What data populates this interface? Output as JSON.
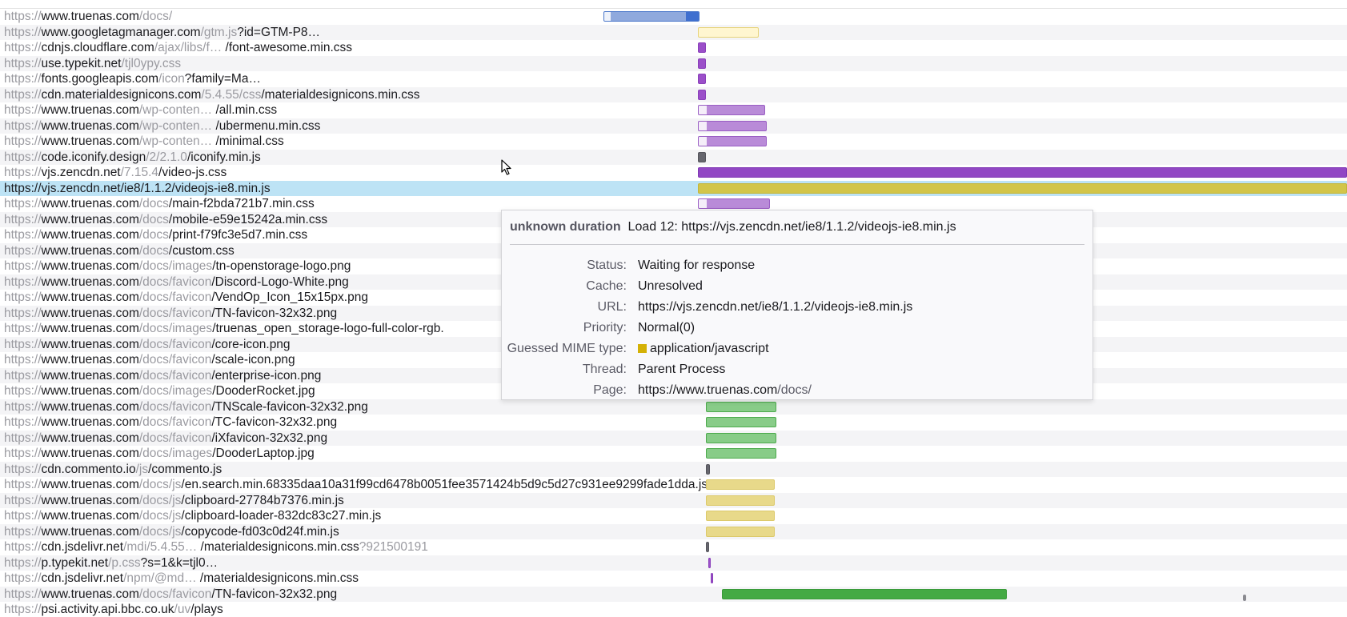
{
  "requests": [
    {
      "proto": "https://",
      "host": "www.truenas.com",
      "path": "/docs/",
      "rest": "",
      "bar": {
        "type": "blue"
      }
    },
    {
      "proto": "https://",
      "host": "www.googletagmanager.com",
      "path": "/gtm.js",
      "rest": "?id=GTM-P8…",
      "bar": {
        "type": "ltyellow"
      }
    },
    {
      "proto": "https://",
      "host": "cdnjs.cloudflare.com",
      "path": "/ajax/libs/f…",
      "rest": " /font-awesome.min.css",
      "bar": {
        "type": "purple"
      }
    },
    {
      "proto": "https://",
      "host": "use.typekit.net",
      "path": "/tjl0ypy.css",
      "rest": "",
      "bar": {
        "type": "purple"
      }
    },
    {
      "proto": "https://",
      "host": "fonts.googleapis.com",
      "path": "/icon",
      "rest": "?family=Ma…",
      "bar": {
        "type": "purple"
      }
    },
    {
      "proto": "https://",
      "host": "cdn.materialdesignicons.com",
      "path": "/5.4.55/css",
      "rest": "/materialdesignicons.min.css",
      "bar": {
        "type": "purple"
      }
    },
    {
      "proto": "https://",
      "host": "www.truenas.com",
      "path": "/wp-conten…",
      "rest": " /all.min.css",
      "bar": {
        "type": "lpurple"
      }
    },
    {
      "proto": "https://",
      "host": "www.truenas.com",
      "path": "/wp-conten…",
      "rest": " /ubermenu.min.css",
      "bar": {
        "type": "lpurple"
      }
    },
    {
      "proto": "https://",
      "host": "www.truenas.com",
      "path": "/wp-conten…",
      "rest": " /minimal.css",
      "bar": {
        "type": "lpurple"
      }
    },
    {
      "proto": "https://",
      "host": "code.iconify.design",
      "path": "/2/2.1.0",
      "rest": "/iconify.min.js",
      "bar": {
        "type": "gray"
      }
    },
    {
      "proto": "https://",
      "host": "vjs.zencdn.net",
      "path": "/7.15.4",
      "rest": "/video-js.css",
      "bar": {
        "type": "dpurple"
      }
    },
    {
      "proto": "https://",
      "host": "vjs.zencdn.net",
      "path": "/ie8/1.1.2",
      "rest": "/videojs-ie8.min.js",
      "bar": {
        "type": "mustard"
      },
      "selected": true
    },
    {
      "proto": "https://",
      "host": "www.truenas.com",
      "path": "/docs",
      "rest": "/main-f2bda721b7.min.css",
      "bar": {
        "type": "lpurple"
      }
    },
    {
      "proto": "https://",
      "host": "www.truenas.com",
      "path": "/docs",
      "rest": "/mobile-e59e15242a.min.css",
      "bar": {
        "type": "lpurple"
      }
    },
    {
      "proto": "https://",
      "host": "www.truenas.com",
      "path": "/docs",
      "rest": "/print-f79fc3e5d7.min.css",
      "bar": {
        "type": "lpurple"
      }
    },
    {
      "proto": "https://",
      "host": "www.truenas.com",
      "path": "/docs",
      "rest": "/custom.css",
      "bar": {
        "type": "lpurple"
      }
    },
    {
      "proto": "https://",
      "host": "www.truenas.com",
      "path": "/docs/images",
      "rest": "/tn-openstorage-logo.png",
      "bar": {
        "type": "green"
      }
    },
    {
      "proto": "https://",
      "host": "www.truenas.com",
      "path": "/docs/favicon",
      "rest": "/Discord-Logo-White.png",
      "bar": {
        "type": "green"
      }
    },
    {
      "proto": "https://",
      "host": "www.truenas.com",
      "path": "/docs/favicon",
      "rest": "/VendOp_Icon_15x15px.png",
      "bar": {
        "type": "green"
      }
    },
    {
      "proto": "https://",
      "host": "www.truenas.com",
      "path": "/docs/favicon",
      "rest": "/TN-favicon-32x32.png",
      "bar": {
        "type": "green"
      }
    },
    {
      "proto": "https://",
      "host": "www.truenas.com",
      "path": "/docs/images",
      "rest": "/truenas_open_storage-logo-full-color-rgb.",
      "bar": {
        "type": "green"
      }
    },
    {
      "proto": "https://",
      "host": "www.truenas.com",
      "path": "/docs/favicon",
      "rest": "/core-icon.png",
      "bar": {
        "type": "green"
      }
    },
    {
      "proto": "https://",
      "host": "www.truenas.com",
      "path": "/docs/favicon",
      "rest": "/scale-icon.png",
      "bar": {
        "type": "green"
      }
    },
    {
      "proto": "https://",
      "host": "www.truenas.com",
      "path": "/docs/favicon",
      "rest": "/enterprise-icon.png",
      "bar": {
        "type": "green"
      }
    },
    {
      "proto": "https://",
      "host": "www.truenas.com",
      "path": "/docs/images",
      "rest": "/DooderRocket.jpg",
      "bar": {
        "type": "green"
      }
    },
    {
      "proto": "https://",
      "host": "www.truenas.com",
      "path": "/docs/favicon",
      "rest": "/TNScale-favicon-32x32.png",
      "bar": {
        "type": "green"
      }
    },
    {
      "proto": "https://",
      "host": "www.truenas.com",
      "path": "/docs/favicon",
      "rest": "/TC-favicon-32x32.png",
      "bar": {
        "type": "green"
      }
    },
    {
      "proto": "https://",
      "host": "www.truenas.com",
      "path": "/docs/favicon",
      "rest": "/iXfavicon-32x32.png",
      "bar": {
        "type": "green"
      }
    },
    {
      "proto": "https://",
      "host": "www.truenas.com",
      "path": "/docs/images",
      "rest": "/DooderLaptop.jpg",
      "bar": {
        "type": "green"
      }
    },
    {
      "proto": "https://",
      "host": "cdn.commento.io",
      "path": "/js",
      "rest": "/commento.js",
      "bar": {
        "type": "gray"
      }
    },
    {
      "proto": "https://",
      "host": "www.truenas.com",
      "path": "/docs/js",
      "rest": "/en.search.min.68335daa10a31f99cd6478b0051fee3571424b5d9c5d27c931ee9299fade1dda.js",
      "bar": {
        "type": "ygreen"
      }
    },
    {
      "proto": "https://",
      "host": "www.truenas.com",
      "path": "/docs/js",
      "rest": "/clipboard-27784b7376.min.js",
      "bar": {
        "type": "ygreen"
      }
    },
    {
      "proto": "https://",
      "host": "www.truenas.com",
      "path": "/docs/js",
      "rest": "/clipboard-loader-832dc83c27.min.js",
      "bar": {
        "type": "ygreen"
      }
    },
    {
      "proto": "https://",
      "host": "www.truenas.com",
      "path": "/docs/js",
      "rest": "/copycode-fd03c0d24f.min.js",
      "bar": {
        "type": "ygreen"
      }
    },
    {
      "proto": "https://",
      "host": "cdn.jsdelivr.net",
      "path": "/mdi/5.4.55…",
      "rest": " /materialdesignicons.min.css",
      "tail": "?921500191",
      "bar": {
        "type": "gray"
      }
    },
    {
      "proto": "https://",
      "host": "p.typekit.net",
      "path": "/p.css",
      "rest": "?s=1&k=tjl0…",
      "bar": {
        "type": "purple"
      }
    },
    {
      "proto": "https://",
      "host": "cdn.jsdelivr.net",
      "path": "/npm/@md…",
      "rest": " /materialdesignicons.min.css",
      "bar": {
        "type": "purple"
      }
    },
    {
      "proto": "https://",
      "host": "www.truenas.com",
      "path": "/docs/favicon",
      "rest": "/TN-favicon-32x32.png",
      "bar": {
        "type": "solidgreen"
      }
    },
    {
      "proto": "https://",
      "host": "psi.activity.api.bbc.co.uk",
      "path": "/uv",
      "rest": "/plays",
      "bar": {
        "type": "none"
      }
    }
  ],
  "tooltip": {
    "duration": "unknown duration",
    "title": "Load 12: https://vjs.zencdn.net/ie8/1.1.2/videojs-ie8.min.js",
    "fields": [
      {
        "key": "Status:",
        "value": "Waiting for response"
      },
      {
        "key": "Cache:",
        "value": "Unresolved"
      },
      {
        "key": "URL:",
        "value": "https://vjs.zencdn.net/ie8/1.1.2/videojs-ie8.min.js"
      },
      {
        "key": "Priority:",
        "value": "Normal(0)"
      },
      {
        "key": "Guessed MIME type:",
        "value": "application/javascript",
        "swatch": "#d4b106"
      },
      {
        "key": "Thread:",
        "value": "Parent Process"
      },
      {
        "key": "Page:",
        "value": "https://www.truenas.com",
        "dim": "/docs/"
      }
    ]
  }
}
